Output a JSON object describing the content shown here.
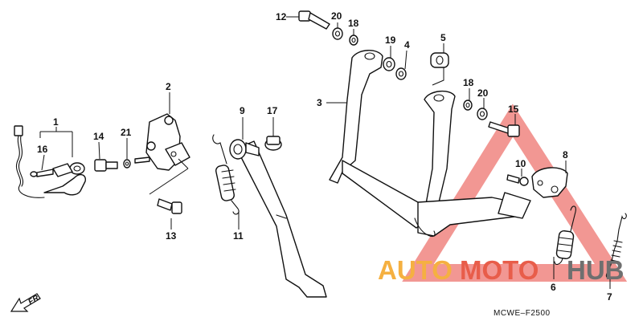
{
  "diagram": {
    "code": "MCWE–F2500",
    "front_label": "FR.",
    "labels": {
      "p1": "1",
      "p2": "2",
      "p3": "3",
      "p4": "4",
      "p5": "5",
      "p6": "6",
      "p7": "7",
      "p8": "8",
      "p9": "9",
      "p10": "10",
      "p11": "11",
      "p12": "12",
      "p13": "13",
      "p14": "14",
      "p15": "15",
      "p16": "16",
      "p17": "17",
      "p18a": "18",
      "p18b": "18",
      "p19": "19",
      "p20a": "20",
      "p20b": "20",
      "p21": "21"
    }
  },
  "watermark": {
    "word1": "AUTO",
    "word2": "MOTO",
    "word3": "HUB",
    "color1": "#f5b041",
    "color2": "#e85d4a",
    "color3": "#6f6f6f",
    "triangle_color": "#e8413a"
  }
}
